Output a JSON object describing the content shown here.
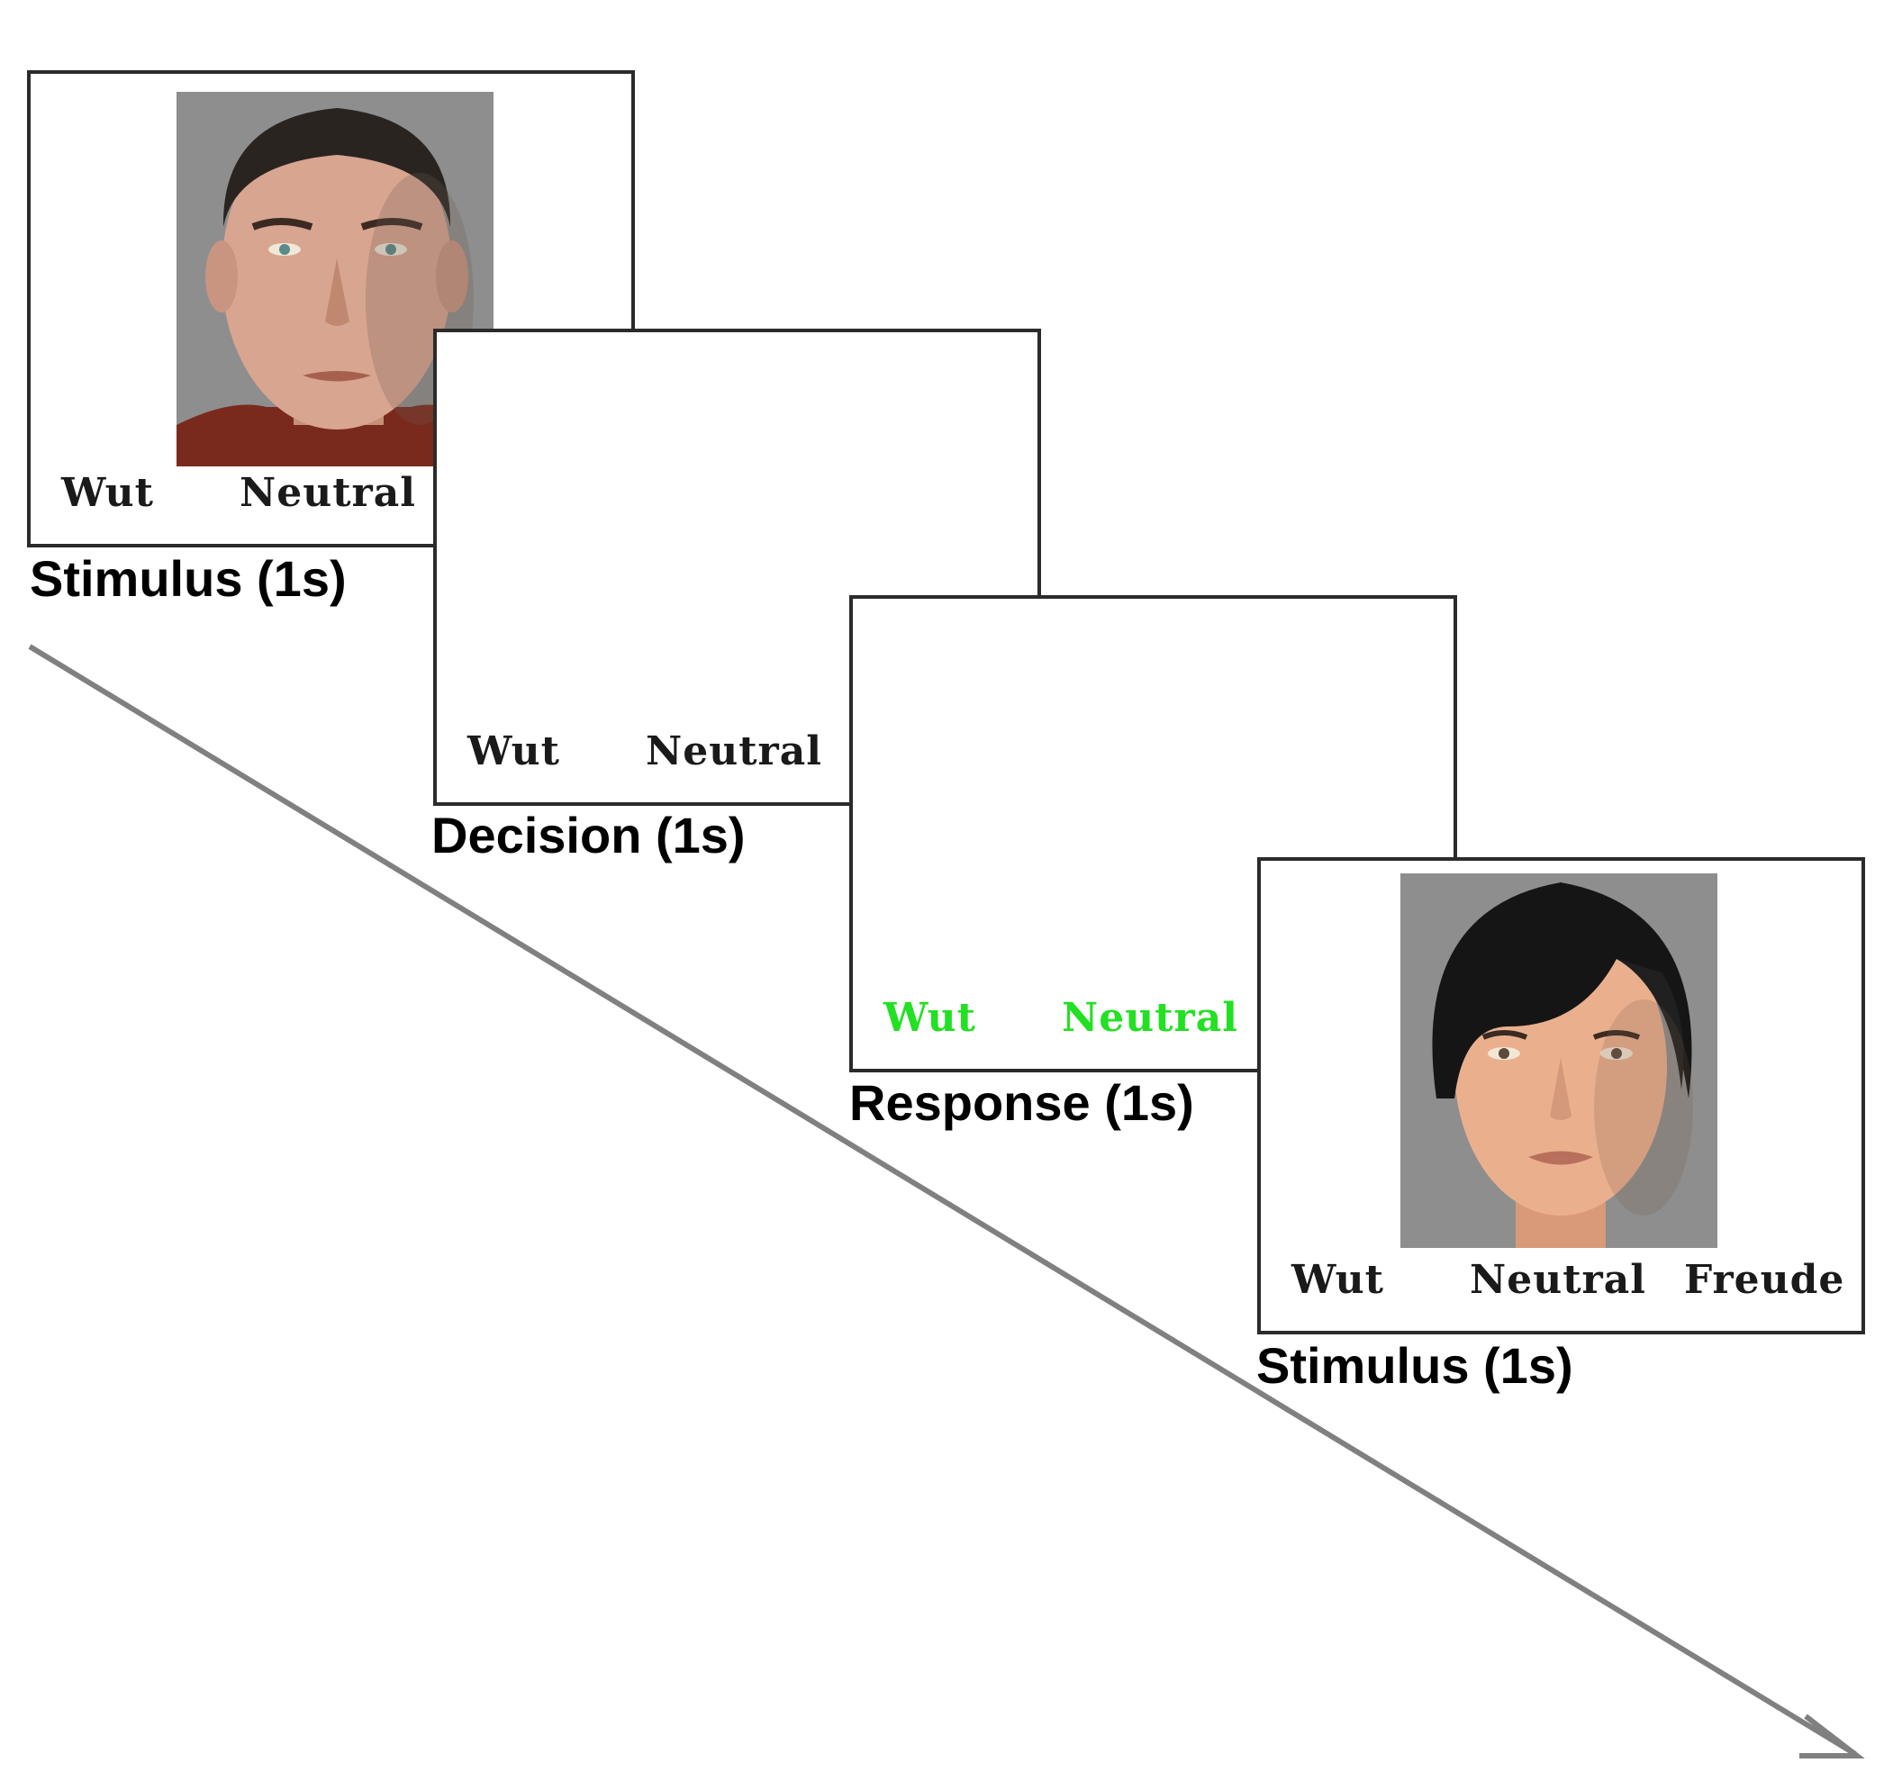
{
  "colors": {
    "arrow": "#808080",
    "frame": "#2b2b2b",
    "response_highlight": "#22e022",
    "face_background": "#8e8e8e"
  },
  "panels": [
    {
      "caption": "Stimulus (1s)",
      "image": "male-avatar-face",
      "options": [
        "Wut",
        "Neutral"
      ]
    },
    {
      "caption": "Decision (1s)",
      "options": [
        "Wut",
        "Neutral"
      ]
    },
    {
      "caption": "Response (1s)",
      "options": [
        "Wut",
        "Neutral"
      ],
      "options_highlighted": true
    },
    {
      "caption": "Stimulus (1s)",
      "image": "female-avatar-face",
      "options": [
        "Wut",
        "Neutral",
        "Freude"
      ]
    }
  ],
  "timeline_arrow": "time-arrow"
}
